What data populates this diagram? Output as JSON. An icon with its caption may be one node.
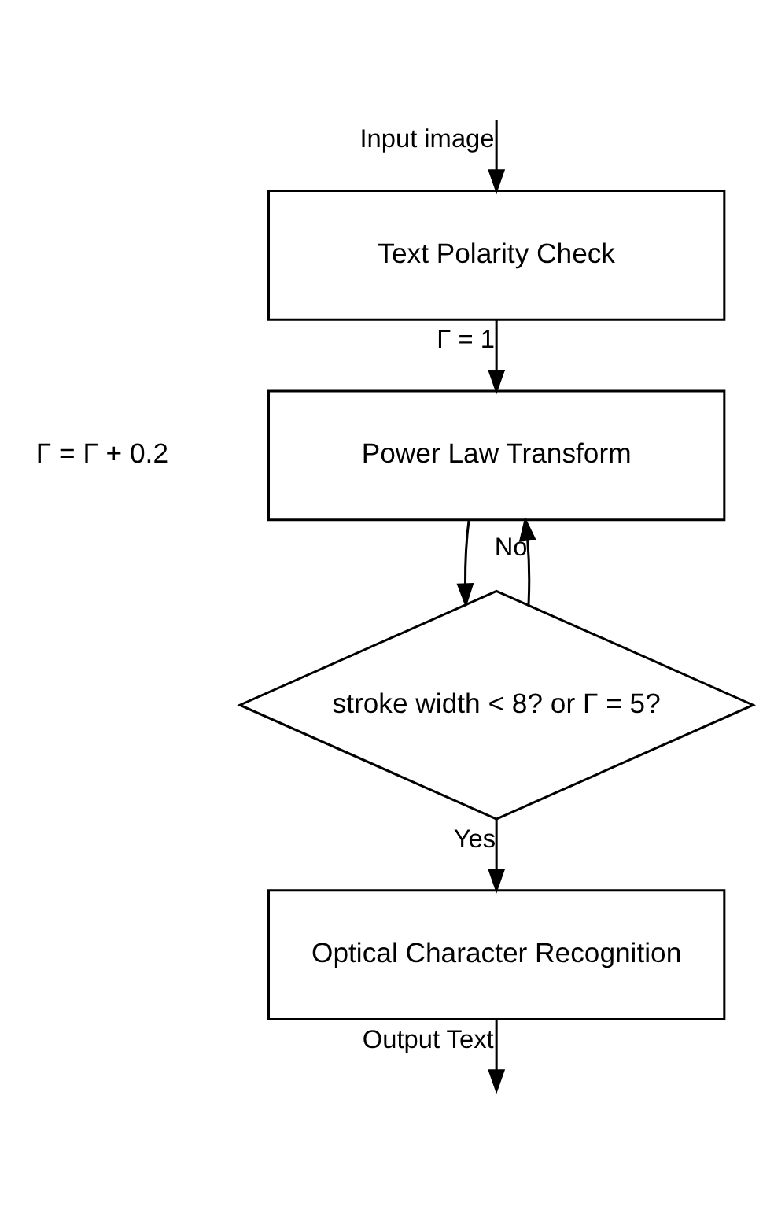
{
  "diagram": {
    "nodes": [
      {
        "text": [
          "Text Polarity Check"
        ]
      },
      {
        "text": [
          "Power Law Transform"
        ]
      },
      {
        "text": [
          "stroke width < 8? or Γ = 5?"
        ]
      },
      {
        "text": [
          "Optical Character Recognition"
        ]
      }
    ],
    "edges": [
      {
        "from": null,
        "to": 0,
        "arrow": "to",
        "label": "Input image"
      },
      {
        "from": 0,
        "to": 1,
        "arrow": "to",
        "label": "Γ = 1"
      },
      {
        "from": 1,
        "to": 2,
        "arrow": "to"
      },
      {
        "from": 2,
        "to": 1,
        "arrow": "to",
        "label": "No"
      },
      {
        "from": 2,
        "to": 3,
        "arrow": "to",
        "label": "Yes"
      },
      {
        "from": 3,
        "to": null,
        "arrow": "to",
        "label": "Output Text"
      }
    ],
    "labels": [
      "Γ = Γ + 0.2"
    ]
  }
}
